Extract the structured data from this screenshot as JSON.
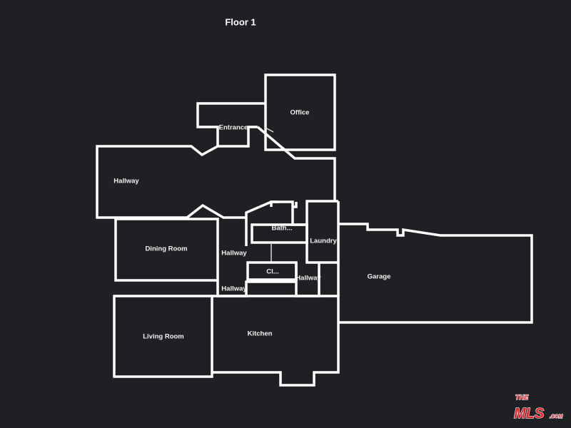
{
  "title": "Floor 1",
  "rooms": {
    "office": "Office",
    "entrance": "Entrance",
    "hallway_main": "Hallway",
    "dining_room": "Dining Room",
    "hallway_center": "Hallway",
    "bath": "Bath...",
    "laundry": "Laundry",
    "closet": "Cl...",
    "hallway_small_right": "Hallway",
    "hallway_small_bottom": "Hallway",
    "garage": "Garage",
    "living_room": "Living Room",
    "kitchen": "Kitchen"
  },
  "logo": {
    "text": "THE MLS .COM",
    "color": "#e3232b"
  }
}
